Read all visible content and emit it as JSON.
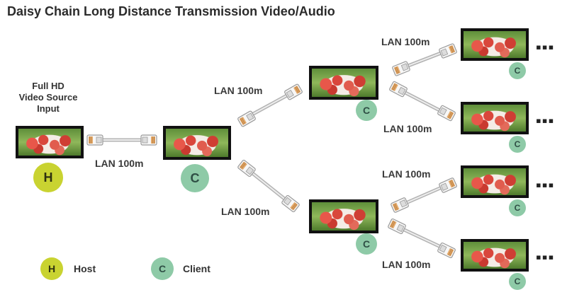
{
  "title": "Daisy Chain Long Distance Transmission Video/Audio",
  "source": {
    "line1": "Full HD",
    "line2": "Video Source",
    "line3": "Input",
    "badge": "H"
  },
  "cable_label": "LAN 100m",
  "client_badge": "C",
  "more_indicator": "▪▪▪",
  "legend": {
    "host_badge": "H",
    "host_label": "Host",
    "client_badge": "C",
    "client_label": "Client"
  },
  "colors": {
    "host": "#c9d331",
    "client": "#8ecaa7",
    "connector": "#e3a96a"
  }
}
